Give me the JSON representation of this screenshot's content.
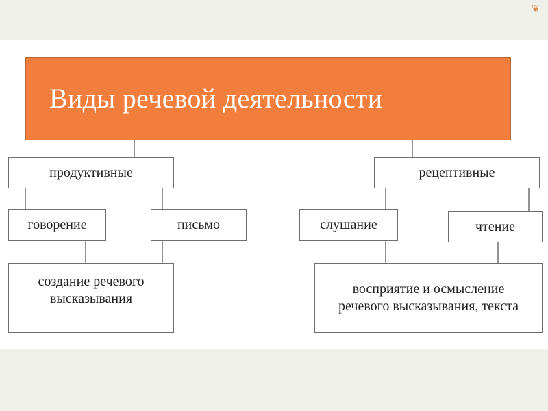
{
  "title": "Виды речевой деятельности",
  "categories": {
    "productive": {
      "label": "продуктивные",
      "items": [
        "говорение",
        "письмо"
      ],
      "result": "создание речевого высказывания"
    },
    "receptive": {
      "label": "рецептивные",
      "items": [
        "слушание",
        "чтение"
      ],
      "result": "восприятие и осмысление речевого высказывания, текста"
    }
  },
  "colors": {
    "title_fill": "#f27e3e",
    "box_border": "#6f6f6f",
    "background": "#f0f0ea"
  },
  "icons": {
    "corner": "ornament-icon"
  }
}
